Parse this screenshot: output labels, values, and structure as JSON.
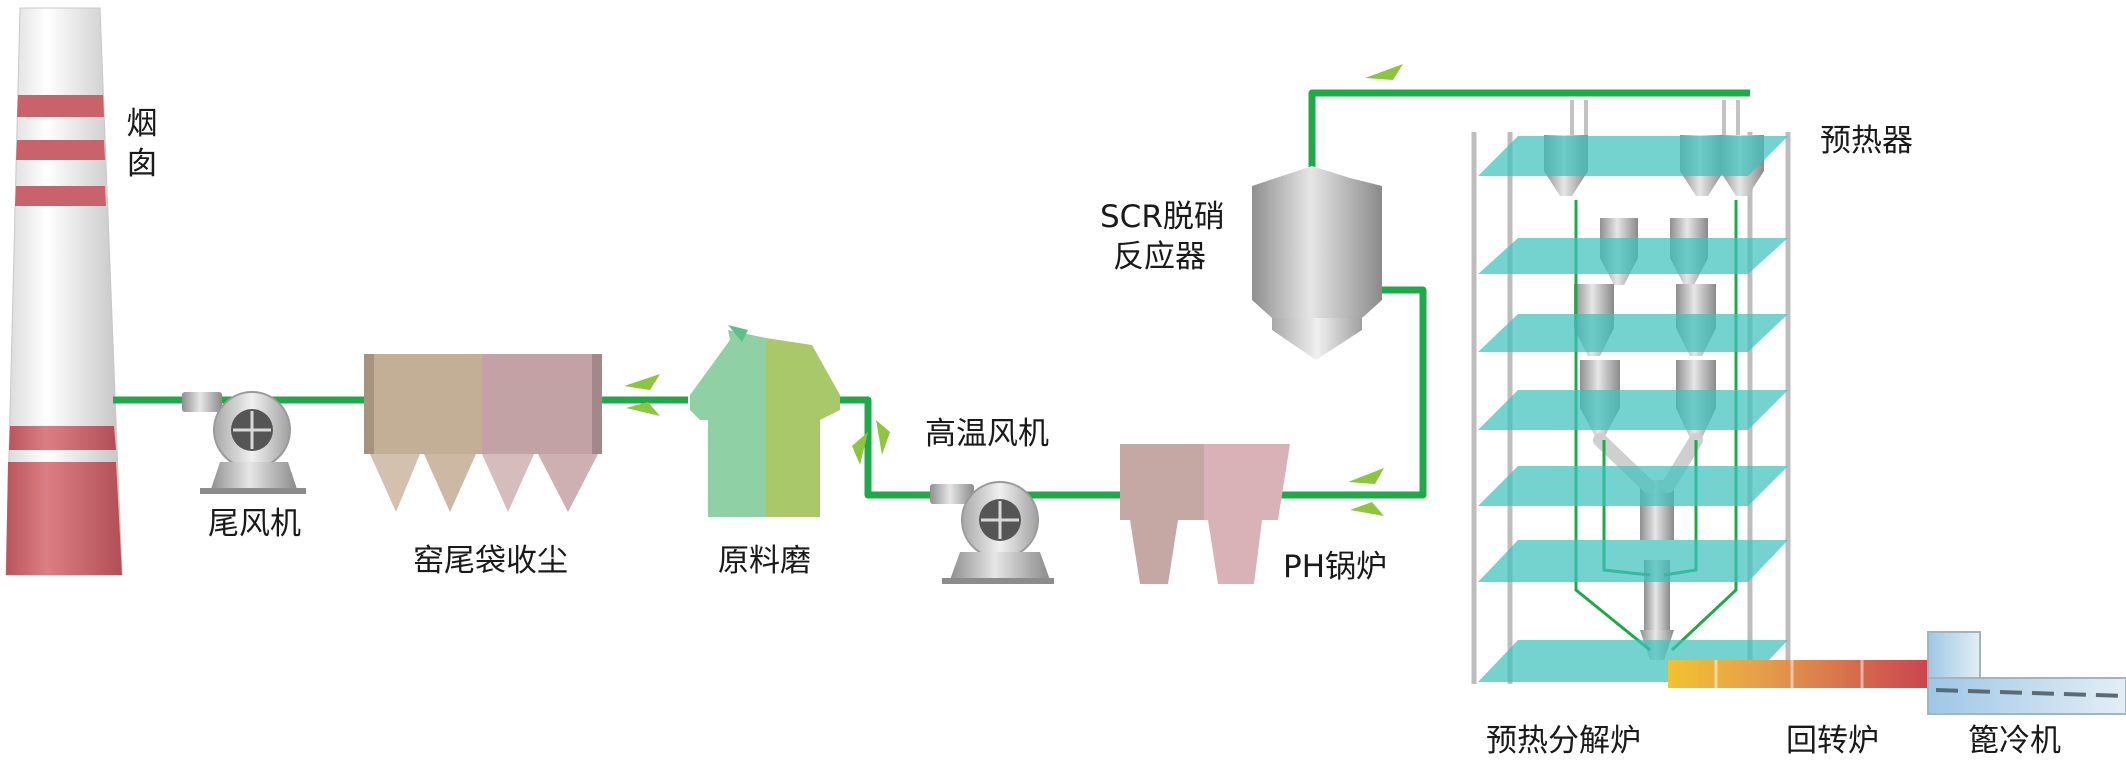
{
  "labels": {
    "chimney": "烟囱",
    "tail_fan": "尾风机",
    "bag_filter": "窑尾袋收尘",
    "raw_mill": "原料磨",
    "high_temp_fan": "高温风机",
    "scr_line1": "SCR脱硝",
    "scr_line2": "反应器",
    "ph_boiler": "PH锅炉",
    "preheater": "预热器",
    "preheater_calciner": "预热分解炉",
    "rotary_kiln": "回转炉",
    "grate_cooler": "篦冷机"
  },
  "colors": {
    "flow_line": "#1faa4a",
    "arrow": "#8cc63f",
    "preheater_deck": "#3fc0bc",
    "chimney_band": "#c8636b"
  }
}
